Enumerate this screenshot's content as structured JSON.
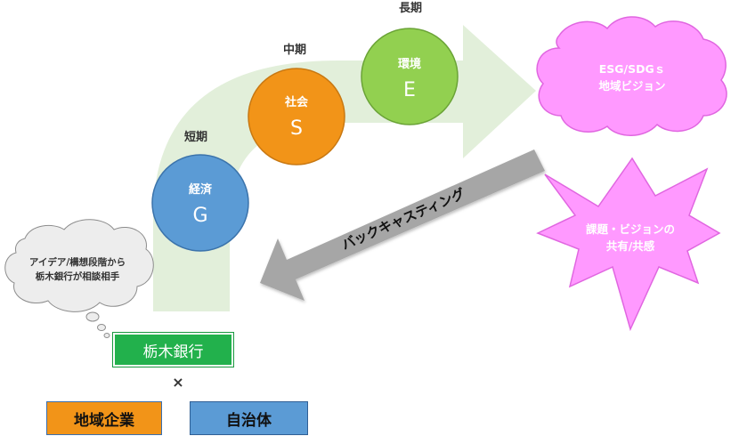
{
  "phases": {
    "short": "短期",
    "mid": "中期",
    "long": "長期"
  },
  "circles": {
    "economy": {
      "name": "経済",
      "letter": "G",
      "color": "#5b9bd5"
    },
    "society": {
      "name": "社会",
      "letter": "S",
      "color": "#f29418"
    },
    "environment": {
      "name": "環境",
      "letter": "E",
      "color": "#92d050"
    }
  },
  "vision_cloud": {
    "line1": "ESG/SDGｓ",
    "line2": "地域ビジョン",
    "color": "#ff99ff"
  },
  "starburst": {
    "line1": "課題・ビジョンの",
    "line2": "共有/共感",
    "color": "#ff99ff"
  },
  "backcasting_label": "バックキャスティング",
  "thought_bubble": {
    "line1": "アイデア/構想段階から",
    "line2": "栃木銀行が相談相手"
  },
  "boxes": {
    "bank": "栃木銀行",
    "times": "×",
    "company": "地域企業",
    "government": "自治体"
  },
  "colors": {
    "arrow_fill": "#e2efda",
    "back_arrow": "#a6a6a6",
    "bank_green": "#22b14c",
    "company_orange": "#f29418",
    "gov_blue": "#5b9bd5"
  }
}
